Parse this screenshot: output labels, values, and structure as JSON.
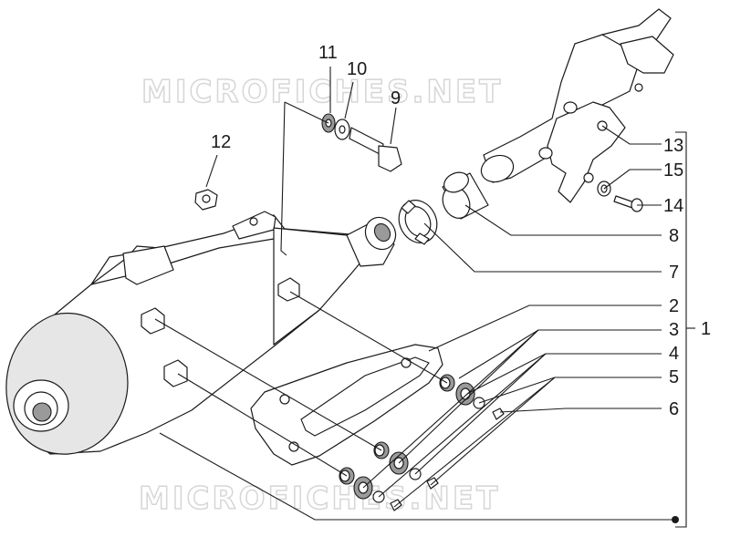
{
  "diagram": {
    "watermark_top": "MICROFICHES.NET",
    "watermark_bottom": "MICROFICHES.NET",
    "callouts": [
      "11",
      "10",
      "9",
      "12",
      "13",
      "15",
      "14",
      "8",
      "7",
      "2",
      "3",
      "4",
      "5",
      "6",
      "1"
    ]
  }
}
